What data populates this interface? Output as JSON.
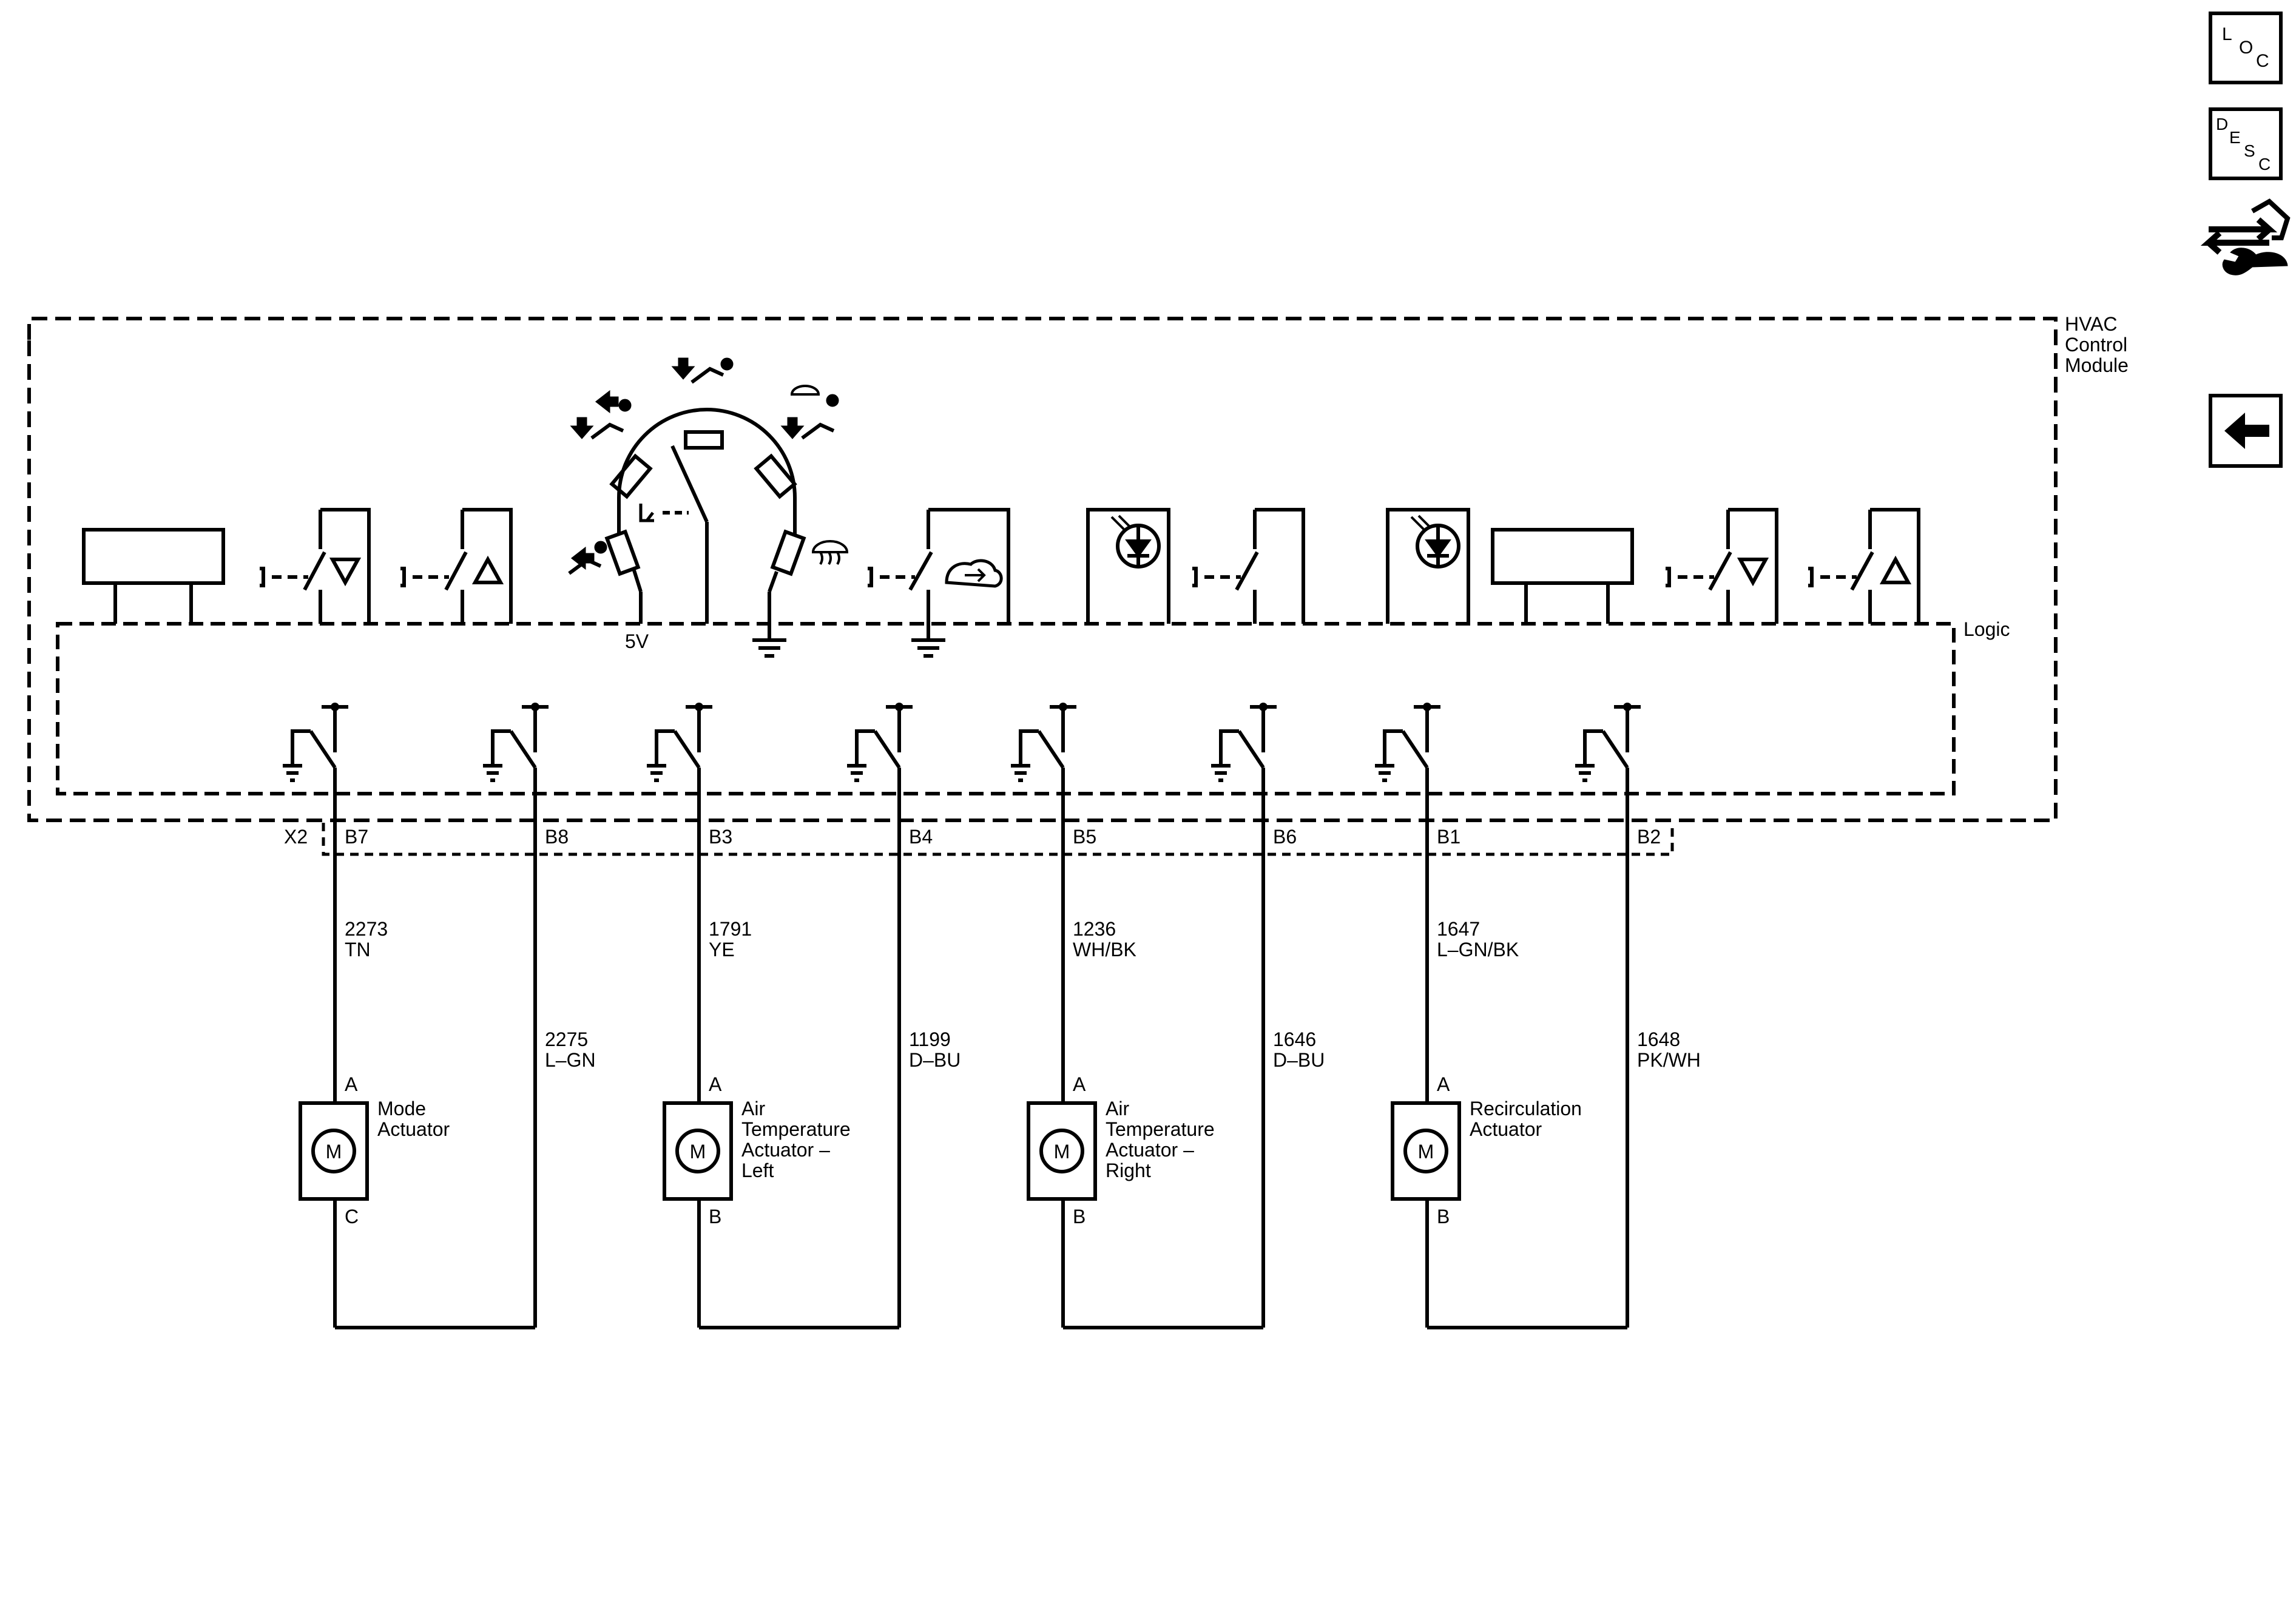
{
  "module": {
    "name_lines": [
      "HVAC",
      "Control",
      "Module"
    ],
    "logic_label": "Logic",
    "supply_label": "5V",
    "connector_label": "X2"
  },
  "pins": [
    "B7",
    "B8",
    "B3",
    "B4",
    "B5",
    "B6",
    "B1",
    "B2"
  ],
  "circuits": [
    {
      "number": "2273",
      "color": "TN"
    },
    {
      "number": "2275",
      "color": "L–GN"
    },
    {
      "number": "1791",
      "color": "YE"
    },
    {
      "number": "1199",
      "color": "D–BU"
    },
    {
      "number": "1236",
      "color": "WH/BK"
    },
    {
      "number": "1646",
      "color": "D–BU"
    },
    {
      "number": "1647",
      "color": "L–GN/BK"
    },
    {
      "number": "1648",
      "color": "PK/WH"
    }
  ],
  "actuators": [
    {
      "name_lines": [
        "Mode",
        "Actuator"
      ],
      "pin_top": "A",
      "pin_bottom": "C",
      "symbol": "M"
    },
    {
      "name_lines": [
        "Air",
        "Temperature",
        "Actuator –",
        "Left"
      ],
      "pin_top": "A",
      "pin_bottom": "B",
      "symbol": "M"
    },
    {
      "name_lines": [
        "Air",
        "Temperature",
        "Actuator –",
        "Right"
      ],
      "pin_top": "A",
      "pin_bottom": "B",
      "symbol": "M"
    },
    {
      "name_lines": [
        "Recirculation",
        "Actuator"
      ],
      "pin_top": "A",
      "pin_bottom": "B",
      "symbol": "M"
    }
  ],
  "side_buttons": {
    "loc": [
      "L",
      "O",
      "C"
    ],
    "desc": [
      "D",
      "E",
      "S",
      "C"
    ]
  },
  "icons": [
    "loc-button-icon",
    "desc-button-icon",
    "connector-repair-icon",
    "back-arrow-icon",
    "mode-selector-icon",
    "floor-vent-icon",
    "panel-vent-icon",
    "defrost-icon",
    "recirculation-icon",
    "indicator-led-icon",
    "ground-icon",
    "motor-icon"
  ]
}
